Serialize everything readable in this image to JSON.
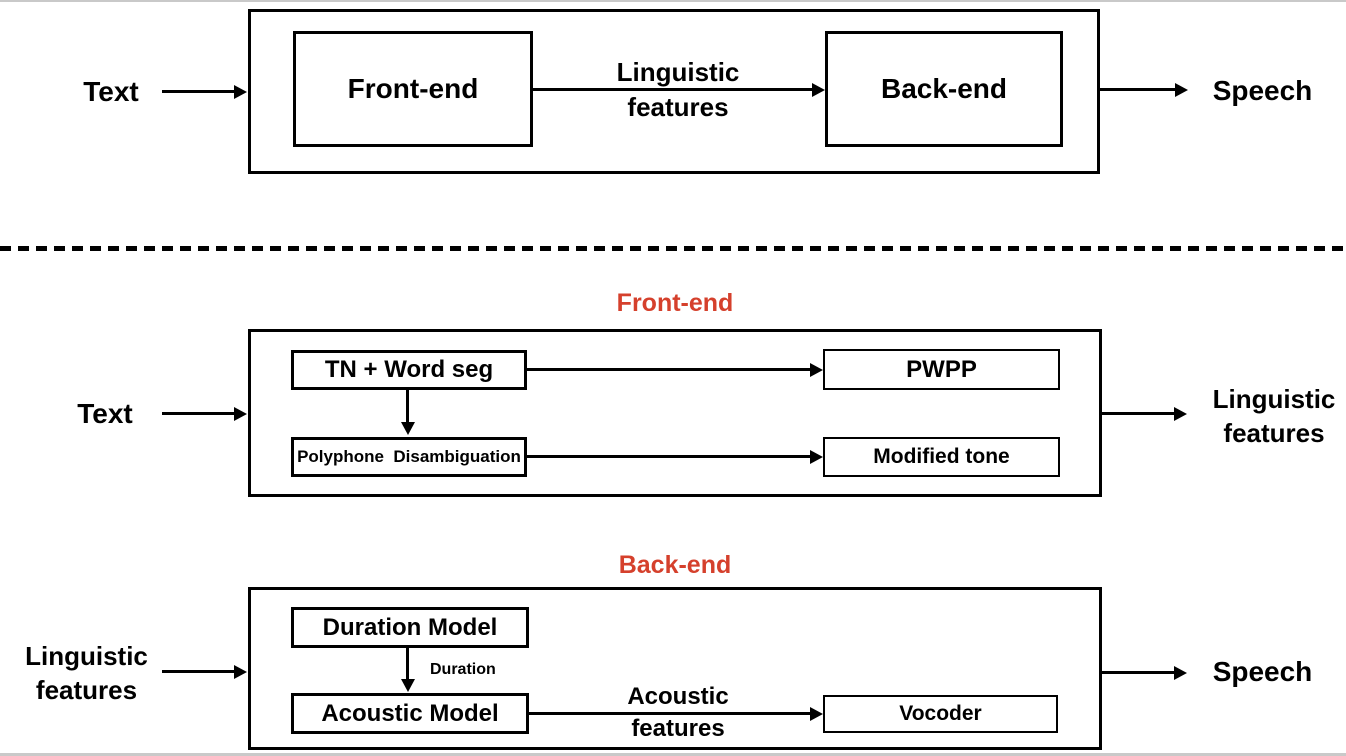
{
  "colors": {
    "accent_red": "#d5402c",
    "line": "#000000",
    "background": "#ffffff"
  },
  "overview": {
    "input_label": "Text",
    "frontend_box": "Front-end",
    "middle_arrow_label": "Linguistic features",
    "backend_box": "Back-end",
    "output_label": "Speech"
  },
  "frontend_detail": {
    "title": "Front-end",
    "input_label": "Text",
    "tn_word_seg_box": "TN + Word seg",
    "pwpp_box": "PWPP",
    "polyphone_box": "Polyphone  Disambiguation",
    "modified_tone_box": "Modified tone",
    "output_label": "Linguistic features"
  },
  "backend_detail": {
    "title": "Back-end",
    "input_label": "Linguistic features",
    "duration_model_box": "Duration Model",
    "duration_arrow_label": "Duration",
    "acoustic_model_box": "Acoustic Model",
    "acoustic_arrow_label": "Acoustic features",
    "vocoder_box": "Vocoder",
    "output_label": "Speech"
  }
}
